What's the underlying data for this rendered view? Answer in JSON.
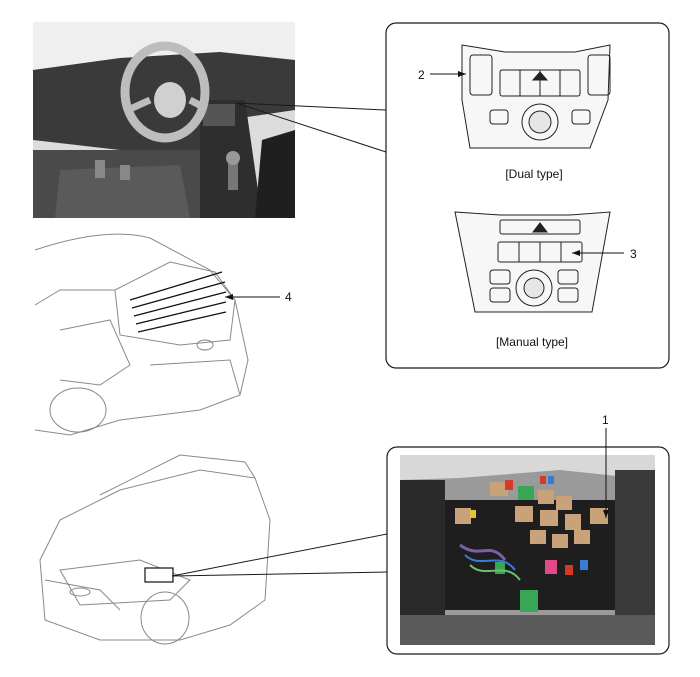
{
  "callouts": {
    "c1": "1",
    "c2": "2",
    "c3": "3",
    "c4": "4"
  },
  "captions": {
    "dual": "[Dual type]",
    "manual": "[Manual type]"
  },
  "colors": {
    "line": "#1a1a1a",
    "sketch": "#8a8a8a",
    "photo_dark": "#2b2b2b",
    "relay_tan": "#c9a27a",
    "relay_green": "#3aa655",
    "fuse_red": "#d33a2c"
  }
}
